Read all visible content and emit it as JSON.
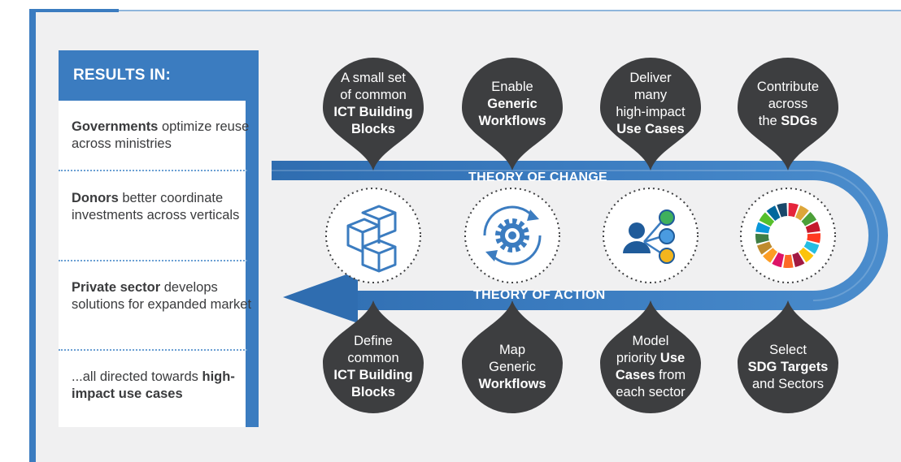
{
  "results": {
    "heading": "RESULTS IN:",
    "items": [
      {
        "bold": "Governments",
        "rest": " optimize reuse across ministries",
        "bold_first": true
      },
      {
        "bold": "Donors",
        "rest": " better coordinate investments across verticals",
        "bold_first": true
      },
      {
        "bold": "Private sector",
        "rest": " develops solutions for expanded market",
        "bold_first": true
      },
      {
        "pre": "...all directed towards ",
        "bold": "high-impact use cases",
        "bold_first": false
      }
    ]
  },
  "bands": {
    "change": "THEORY OF CHANGE",
    "action": "THEORY OF ACTION"
  },
  "top_drops": [
    {
      "lines": [
        [
          "A small set",
          false
        ],
        [
          "of common",
          false
        ],
        [
          "ICT Building",
          true
        ],
        [
          "Blocks",
          true
        ]
      ]
    },
    {
      "lines": [
        [
          "Enable",
          false
        ],
        [
          "Generic",
          true
        ],
        [
          "Workflows",
          true
        ]
      ]
    },
    {
      "lines": [
        [
          "Deliver",
          false
        ],
        [
          "many",
          false
        ],
        [
          "high-impact",
          false
        ],
        [
          "Use Cases",
          true
        ]
      ]
    },
    {
      "lines": [
        [
          "Contribute",
          false
        ],
        [
          "across",
          false
        ],
        [
          "the ",
          false,
          "SDGs"
        ]
      ]
    }
  ],
  "bottom_drops": [
    {
      "lines": [
        [
          "Define",
          false
        ],
        [
          "common",
          false
        ],
        [
          "ICT Building",
          true
        ],
        [
          "Blocks",
          true
        ]
      ]
    },
    {
      "lines": [
        [
          "Map",
          false
        ],
        [
          "Generic",
          false
        ],
        [
          "Workflows",
          true
        ]
      ]
    },
    {
      "lines": [
        [
          "Model",
          false
        ],
        [
          "priority ",
          false,
          "Use"
        ],
        [
          "Cases",
          true,
          " from"
        ],
        [
          "each sector",
          false
        ]
      ]
    },
    {
      "lines": [
        [
          "Select",
          false
        ],
        [
          "SDG Targets",
          true
        ],
        [
          "and Sectors",
          false
        ]
      ]
    }
  ],
  "icons": [
    "cubes-icon",
    "gear-cycle-icon",
    "user-network-icon",
    "sdg-wheel-icon"
  ],
  "colors": {
    "accent": "#3b7cc0",
    "drop": "#3d3e40",
    "band": "#3b7cc0",
    "panel": "#f0f0f1"
  }
}
